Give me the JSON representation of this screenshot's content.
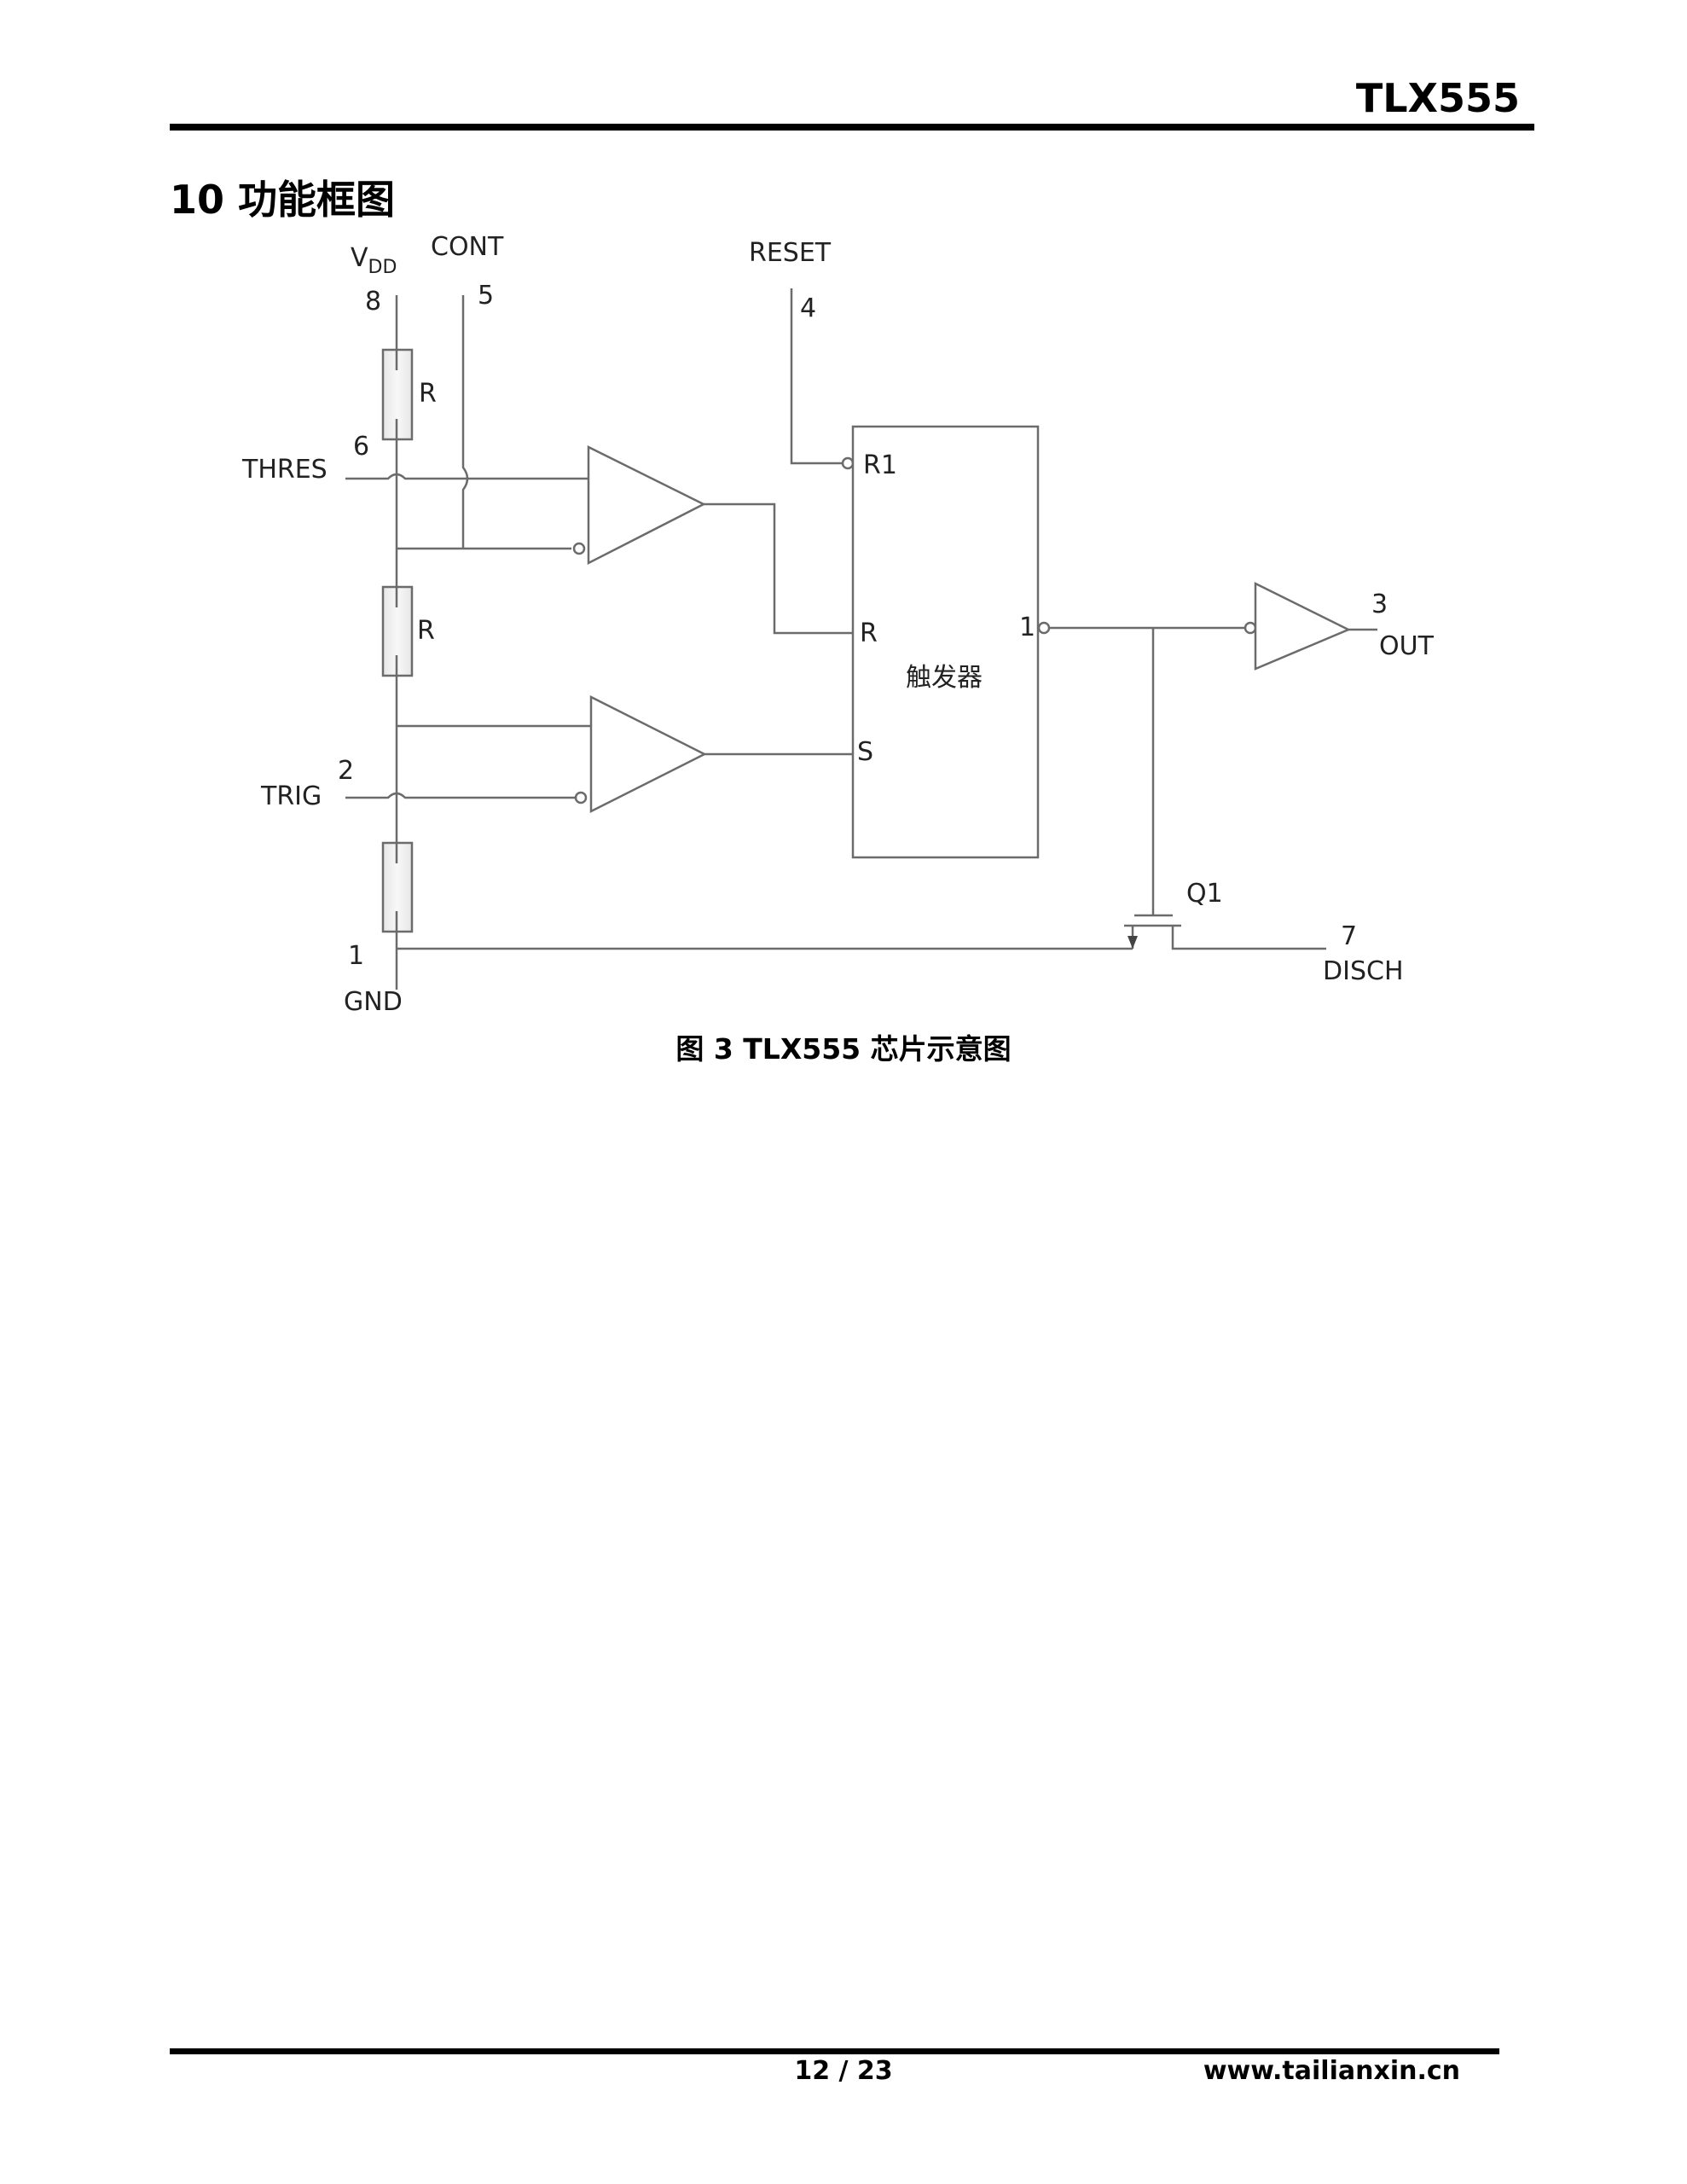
{
  "header": {
    "part_number": "TLX555"
  },
  "section": {
    "title": "10 功能框图"
  },
  "diagram": {
    "pins": {
      "vdd": {
        "label_main": "V",
        "label_sub": "DD",
        "number": "8"
      },
      "cont": {
        "label": "CONT",
        "number": "5"
      },
      "reset": {
        "label": "RESET",
        "number": "4"
      },
      "thres": {
        "label": "THRES",
        "number": "6"
      },
      "trig": {
        "label": "TRIG",
        "number": "2"
      },
      "gnd": {
        "label": "GND",
        "number": "1"
      },
      "out": {
        "label": "OUT",
        "number": "3"
      },
      "disch": {
        "label": "DISCH",
        "number": "7"
      }
    },
    "resistor_label": "R",
    "flipflop": {
      "name": "触发器",
      "input_r1": "R1",
      "input_r": "R",
      "input_s": "S",
      "output": "1"
    },
    "transistor_label": "Q1",
    "colors": {
      "wire": "#6b6b6b",
      "resistor_fill": "#ececec"
    }
  },
  "figure": {
    "caption": "图 3 TLX555 芯片示意图"
  },
  "footer": {
    "page": "12 / 23",
    "url": "www.tailianxin.cn"
  }
}
